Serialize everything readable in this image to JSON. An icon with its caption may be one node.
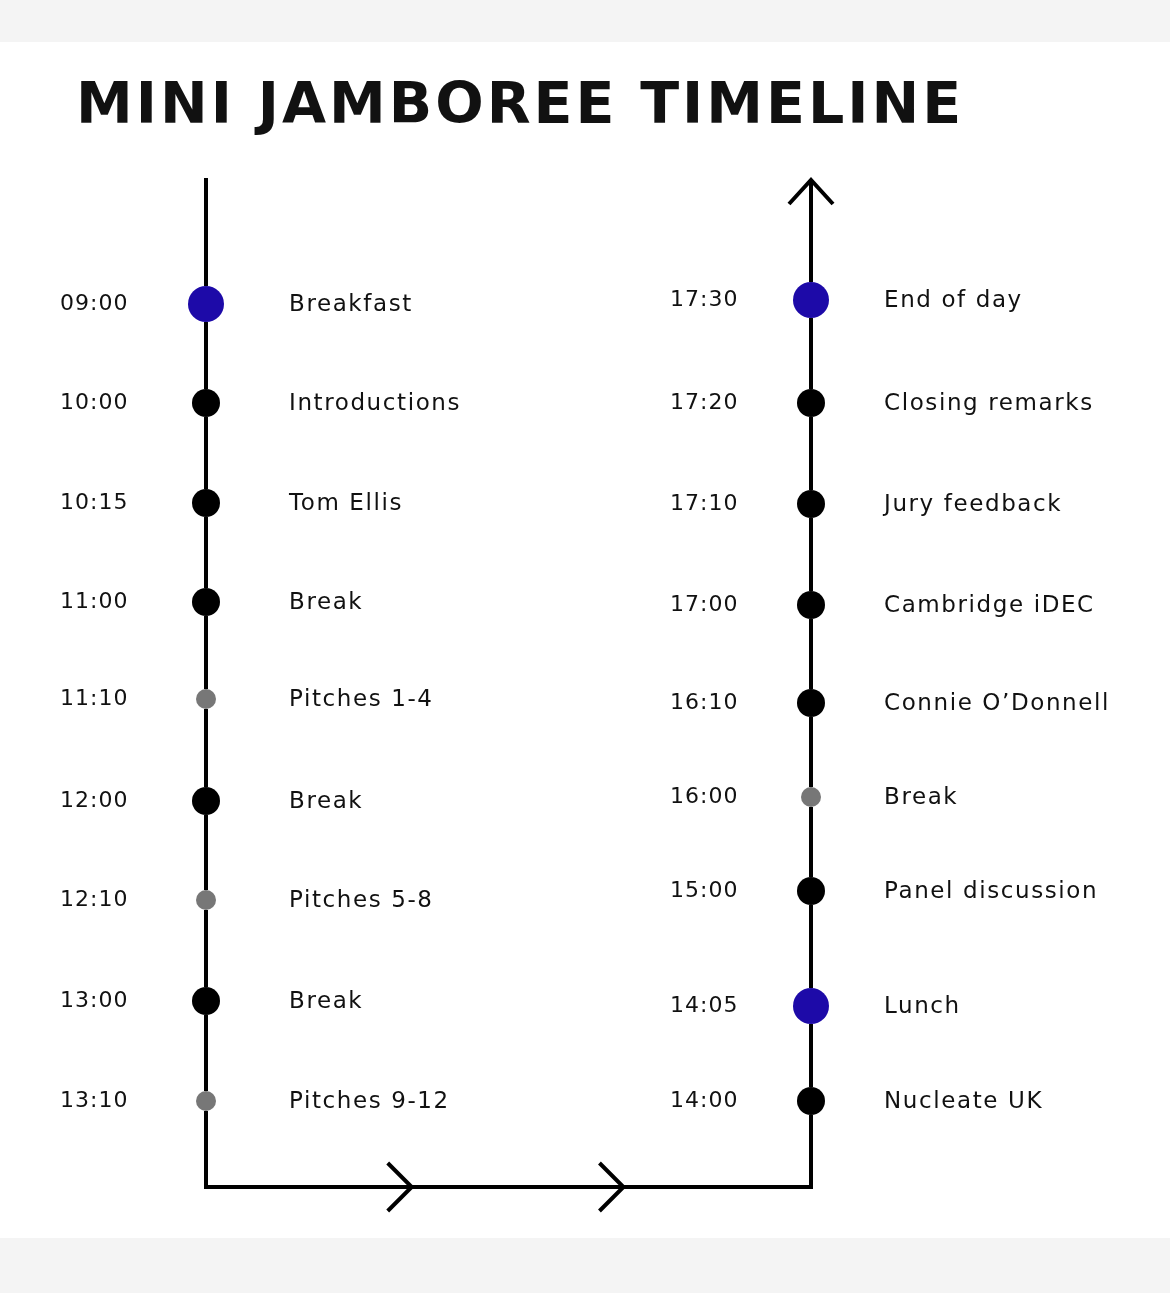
{
  "diagram": {
    "title": "MINI JAMBOREE TIMELINE",
    "nodes": [
      {
        "text": [],
        "shape": "circle",
        "beside": [
          "09:00",
          "Breakfast"
        ]
      },
      {
        "text": [],
        "shape": "circle",
        "beside": [
          "10:00",
          "Introductions"
        ]
      },
      {
        "text": [],
        "shape": "circle",
        "beside": [
          "10:15",
          "Tom Ellis"
        ]
      },
      {
        "text": [],
        "shape": "circle",
        "beside": [
          "11:00",
          "Break"
        ]
      },
      {
        "text": [],
        "shape": "circle",
        "beside": [
          "11:10",
          "Pitches 1-4"
        ]
      },
      {
        "text": [],
        "shape": "circle",
        "beside": [
          "12:00",
          "Break"
        ]
      },
      {
        "text": [],
        "shape": "circle",
        "beside": [
          "12:10",
          "Pitches 5-8"
        ]
      },
      {
        "text": [],
        "shape": "circle",
        "beside": [
          "13:00",
          "Break"
        ]
      },
      {
        "text": [],
        "shape": "circle",
        "beside": [
          "13:10",
          "Pitches 9-12"
        ]
      },
      {
        "text": [],
        "shape": "circle",
        "beside": [
          "14:00",
          "Nucleate UK"
        ]
      },
      {
        "text": [],
        "shape": "circle",
        "beside": [
          "14:05",
          "Lunch"
        ]
      },
      {
        "text": [],
        "shape": "circle",
        "beside": [
          "15:00",
          "Panel discussion"
        ]
      },
      {
        "text": [],
        "shape": "circle",
        "beside": [
          "16:00",
          "Break"
        ]
      },
      {
        "text": [],
        "shape": "circle",
        "beside": [
          "16:10",
          "Connie O’Donnell"
        ]
      },
      {
        "text": [],
        "shape": "circle",
        "beside": [
          "17:00",
          "Cambridge iDEC"
        ]
      },
      {
        "text": [],
        "shape": "circle",
        "beside": [
          "17:10",
          "Jury feedback"
        ]
      },
      {
        "text": [],
        "shape": "circle",
        "beside": [
          "17:20",
          "Closing remarks"
        ]
      },
      {
        "text": [],
        "shape": "circle",
        "beside": [
          "17:30",
          "End of day"
        ]
      }
    ],
    "edges": [
      {
        "from": null,
        "to": 0,
        "arrow": "none"
      },
      {
        "from": 0,
        "to": 1,
        "arrow": "none"
      },
      {
        "from": 1,
        "to": 2,
        "arrow": "none"
      },
      {
        "from": 2,
        "to": 3,
        "arrow": "none"
      },
      {
        "from": 3,
        "to": 4,
        "arrow": "none"
      },
      {
        "from": 4,
        "to": 5,
        "arrow": "none"
      },
      {
        "from": 5,
        "to": 6,
        "arrow": "none"
      },
      {
        "from": 6,
        "to": 7,
        "arrow": "none"
      },
      {
        "from": 7,
        "to": 8,
        "arrow": "none"
      },
      {
        "from": 8,
        "to": 9,
        "arrow": "to"
      },
      {
        "from": 9,
        "to": 10,
        "arrow": "none"
      },
      {
        "from": 10,
        "to": 11,
        "arrow": "none"
      },
      {
        "from": 11,
        "to": 12,
        "arrow": "none"
      },
      {
        "from": 12,
        "to": 13,
        "arrow": "none"
      },
      {
        "from": 13,
        "to": 14,
        "arrow": "none"
      },
      {
        "from": 14,
        "to": 15,
        "arrow": "none"
      },
      {
        "from": 15,
        "to": 16,
        "arrow": "none"
      },
      {
        "from": 16,
        "to": 17,
        "arrow": "none"
      },
      {
        "from": 17,
        "to": null,
        "arrow": "to"
      }
    ]
  }
}
